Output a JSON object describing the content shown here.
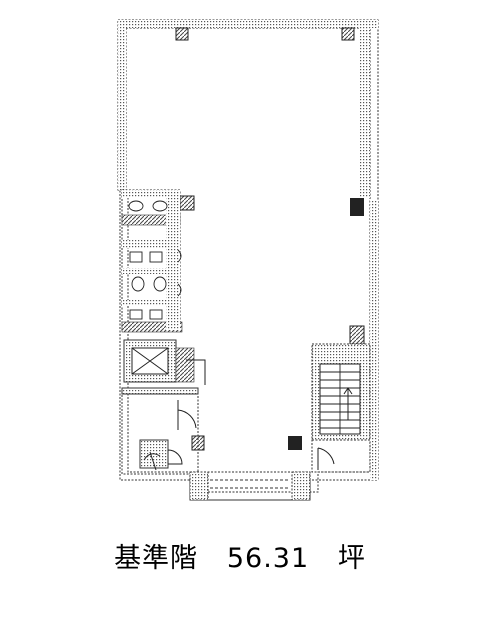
{
  "plan": {
    "caption_label": "基準階",
    "caption_area": "56.31",
    "caption_unit": "坪",
    "colors": {
      "wall": "#222222",
      "hatch": "#555555",
      "background": "#ffffff"
    },
    "icons": [
      "elevator-icon",
      "stair-icon",
      "toilet-icon",
      "door-swing-icon"
    ]
  }
}
